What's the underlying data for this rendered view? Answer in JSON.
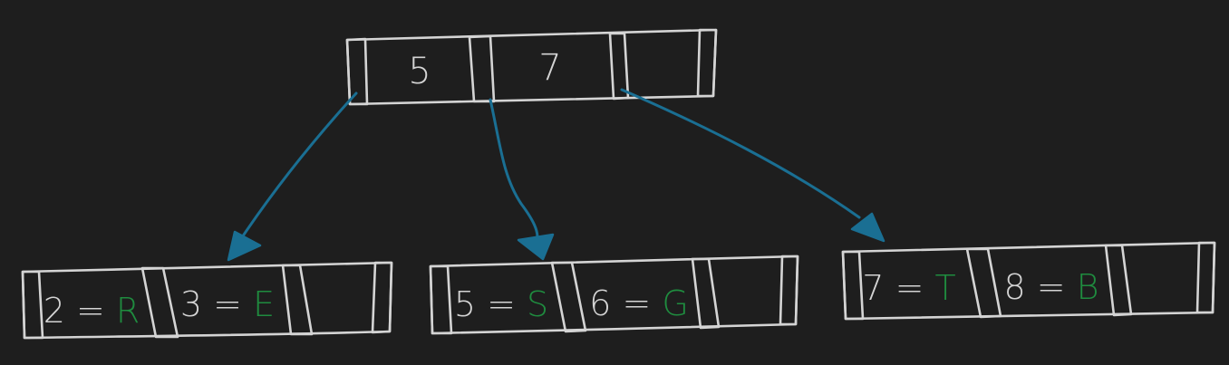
{
  "colors": {
    "background": "#1e1e1e",
    "stroke": "#d4d4d4",
    "arrow": "#1a6f93",
    "value": "#1f8c3f"
  },
  "root": {
    "keys": [
      "5",
      "7"
    ]
  },
  "children": [
    {
      "entries": [
        {
          "key": "2",
          "value": "R"
        },
        {
          "key": "3",
          "value": "E"
        }
      ]
    },
    {
      "entries": [
        {
          "key": "5",
          "value": "S"
        },
        {
          "key": "6",
          "value": "G"
        }
      ]
    },
    {
      "entries": [
        {
          "key": "7",
          "value": "T"
        },
        {
          "key": "8",
          "value": "B"
        }
      ]
    }
  ]
}
